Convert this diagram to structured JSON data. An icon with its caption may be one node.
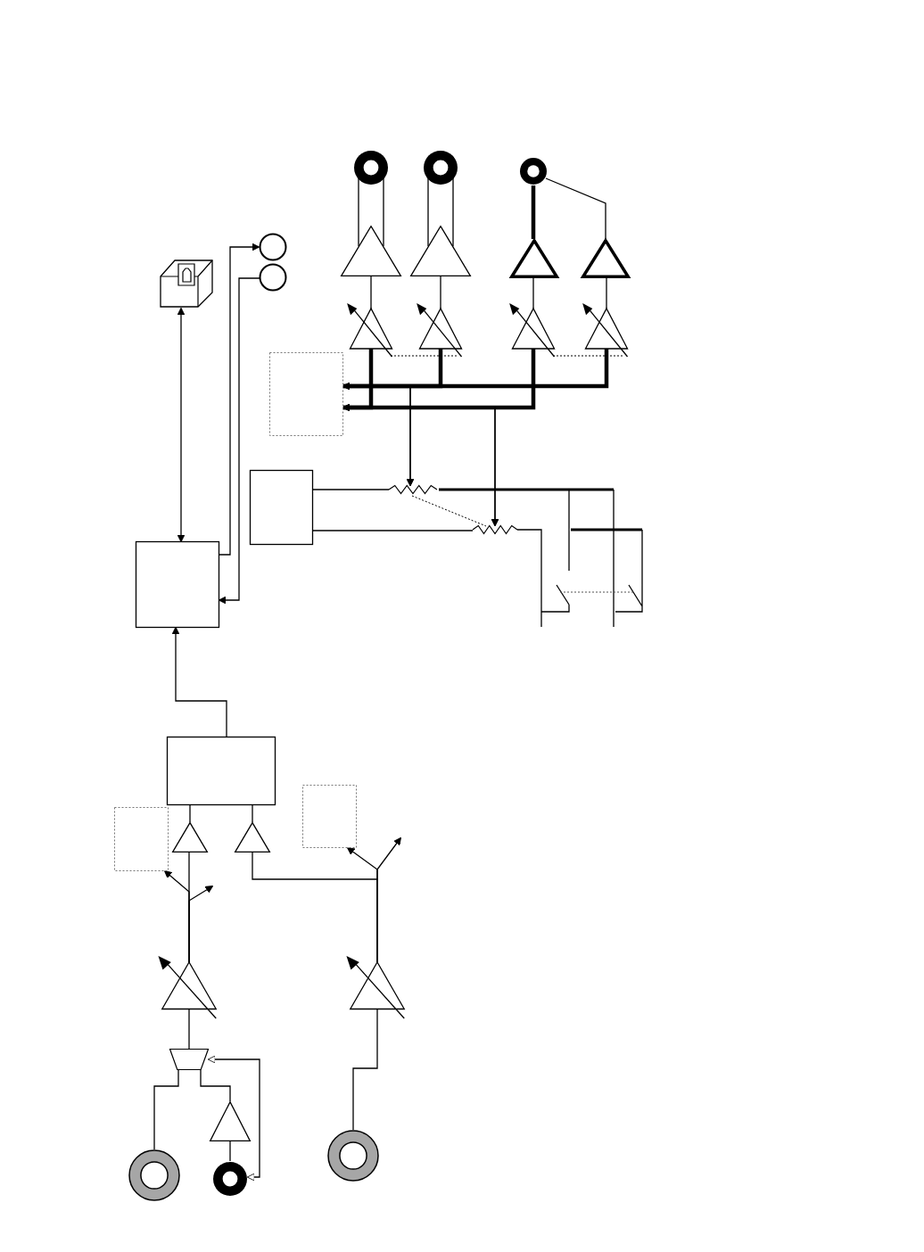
{
  "diagram": {
    "nodes": [
      {
        "text": [],
        "shape": "socket"
      },
      {
        "text": [],
        "shape": "circle"
      },
      {
        "text": [],
        "shape": "circle"
      },
      {
        "text": [],
        "shape": "box"
      },
      {
        "text": [],
        "shape": "box"
      },
      {
        "text": [],
        "shape": "box"
      },
      {
        "text": [],
        "shape": "box"
      },
      {
        "text": [],
        "shape": "box"
      },
      {
        "text": [],
        "shape": "box"
      },
      {
        "text": [],
        "shape": "circle"
      },
      {
        "text": [],
        "shape": "circle"
      },
      {
        "text": [],
        "shape": "circle"
      },
      {
        "text": [],
        "shape": "triangle"
      },
      {
        "text": [],
        "shape": "triangle"
      },
      {
        "text": [],
        "shape": "triangle"
      },
      {
        "text": [],
        "shape": "triangle"
      },
      {
        "text": [],
        "shape": "triangle"
      },
      {
        "text": [],
        "shape": "triangle"
      },
      {
        "text": [],
        "shape": "triangle"
      },
      {
        "text": [],
        "shape": "triangle"
      },
      {
        "text": [],
        "shape": "resistor"
      },
      {
        "text": [],
        "shape": "resistor"
      },
      {
        "text": [],
        "shape": "triangle"
      },
      {
        "text": [],
        "shape": "triangle"
      },
      {
        "text": [],
        "shape": "triangle"
      },
      {
        "text": [],
        "shape": "triangle"
      },
      {
        "text": [],
        "shape": "trapezoid"
      },
      {
        "text": [],
        "shape": "triangle"
      },
      {
        "text": [],
        "shape": "circle"
      },
      {
        "text": [],
        "shape": "circle"
      },
      {
        "text": [],
        "shape": "circle"
      }
    ],
    "edges": [
      {
        "from": 0,
        "to": 3,
        "arrow": "both"
      },
      {
        "from": 3,
        "to": 1,
        "arrow": "to"
      },
      {
        "from": 2,
        "to": 3,
        "arrow": "to"
      },
      {
        "from": 4,
        "to": 3,
        "arrow": "to"
      },
      {
        "from": 22,
        "to": 4,
        "arrow": "none"
      },
      {
        "from": 23,
        "to": 4,
        "arrow": "none"
      },
      {
        "from": 24,
        "to": 22,
        "arrow": "none"
      },
      {
        "from": 25,
        "to": 23,
        "arrow": "none"
      },
      {
        "from": 26,
        "to": 24,
        "arrow": "none"
      },
      {
        "from": 28,
        "to": 26,
        "arrow": "none"
      },
      {
        "from": 27,
        "to": 26,
        "arrow": "none"
      },
      {
        "from": 29,
        "to": 27,
        "arrow": "none"
      },
      {
        "from": 29,
        "to": 26,
        "arrow": "both"
      },
      {
        "from": 30,
        "to": 25,
        "arrow": "none"
      },
      {
        "from": 24,
        "to": 7,
        "arrow": "to"
      },
      {
        "from": 24,
        "to": null,
        "arrow": "to"
      },
      {
        "from": 25,
        "to": 8,
        "arrow": "to"
      },
      {
        "from": 25,
        "to": null,
        "arrow": "to"
      },
      {
        "from": 12,
        "to": 9,
        "arrow": "none"
      },
      {
        "from": 13,
        "to": 10,
        "arrow": "none"
      },
      {
        "from": 14,
        "to": 11,
        "arrow": "none",
        "style": "thick"
      },
      {
        "from": 15,
        "to": 11,
        "arrow": "none"
      },
      {
        "from": 16,
        "to": 12,
        "arrow": "none"
      },
      {
        "from": 17,
        "to": 13,
        "arrow": "none"
      },
      {
        "from": 18,
        "to": 14,
        "arrow": "none"
      },
      {
        "from": 19,
        "to": 15,
        "arrow": "none"
      },
      {
        "from": 17,
        "to": 6,
        "arrow": "to",
        "style": "thick"
      },
      {
        "from": 19,
        "to": 6,
        "arrow": "to",
        "style": "thick"
      },
      {
        "from": 16,
        "to": 6,
        "arrow": "to",
        "style": "thick"
      },
      {
        "from": 18,
        "to": 6,
        "arrow": "to",
        "style": "thick"
      },
      {
        "from": 17,
        "to": 20,
        "arrow": "to"
      },
      {
        "from": 19,
        "to": 20,
        "arrow": "to"
      },
      {
        "from": 16,
        "to": 21,
        "arrow": "to"
      },
      {
        "from": 18,
        "to": 21,
        "arrow": "to"
      },
      {
        "from": 5,
        "to": 20,
        "arrow": "none"
      },
      {
        "from": 5,
        "to": 21,
        "arrow": "none"
      },
      {
        "from": 20,
        "to": 21,
        "arrow": "none",
        "style": "dashed"
      },
      {
        "from": 16,
        "to": 17,
        "arrow": "none",
        "style": "dashed"
      },
      {
        "from": 18,
        "to": 19,
        "arrow": "none",
        "style": "dashed"
      }
    ]
  }
}
